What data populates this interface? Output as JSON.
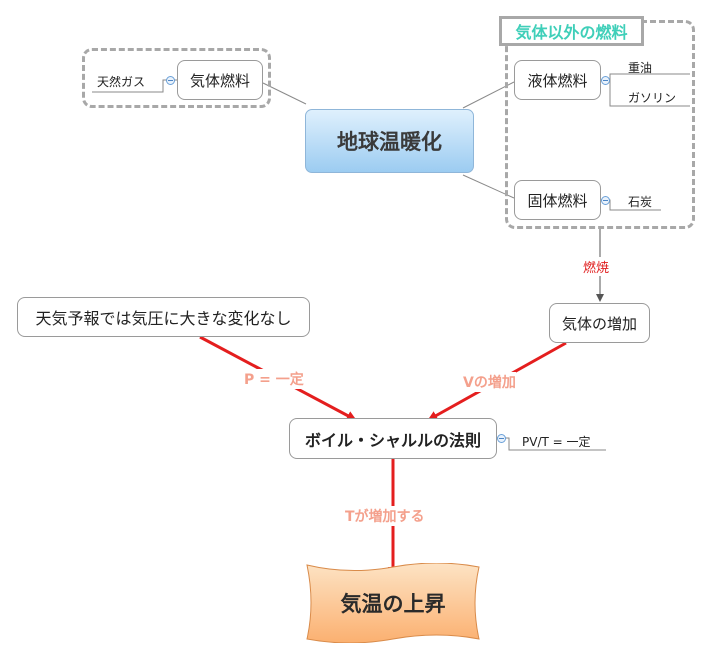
{
  "central": "地球温暖化",
  "group_title": "気体以外の燃料",
  "gas_fuel": "気体燃料",
  "gas_fuel_leaf": "天然ガス",
  "liquid_fuel": "液体燃料",
  "liquid_leaves": [
    "重油",
    "ガソリン"
  ],
  "solid_fuel": "固体燃料",
  "solid_leaf": "石炭",
  "combustion": "燃焼",
  "gas_increase": "気体の増加",
  "weather": "天気予報では気圧に大きな変化なし",
  "p_const": "P = 一定",
  "v_increase": "Vの増加",
  "law": "ボイル・シャルルの法則",
  "law_note": "PV/T = 一定",
  "t_increase": "Tが増加する",
  "result": "気温の上昇",
  "colors": {
    "red_arrow": "#e41e1e",
    "label_salmon": "#f4a08c",
    "combustion_red": "#e02020",
    "title_teal": "#3fcfb9",
    "central_blue_top": "#dff0fd",
    "central_blue_bottom": "#9cccf1",
    "result_orange_top": "#fde3c4",
    "result_orange_bottom": "#fbb070"
  }
}
